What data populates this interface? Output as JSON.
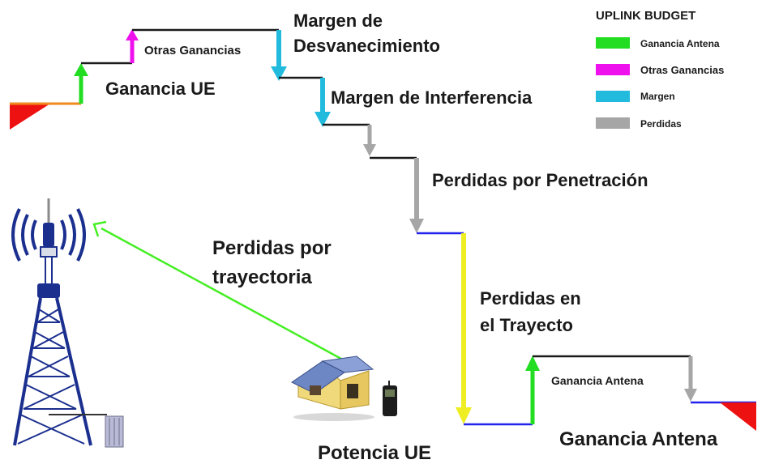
{
  "legend": {
    "title": "UPLINK BUDGET",
    "items": [
      {
        "label": "Ganancia Antena",
        "color": "#22dd22"
      },
      {
        "label": "Otras Ganancias",
        "color": "#ee11ee"
      },
      {
        "label": "Margen",
        "color": "#22bbdd"
      },
      {
        "label": "Perdidas",
        "color": "#a6a6a6"
      }
    ]
  },
  "labels": {
    "ganancia_ue": "Ganancia UE",
    "otras_ganancias": "Otras Ganancias",
    "margen_desv_1": "Margen de",
    "margen_desv_2": "Desvanecimiento",
    "margen_interf": "Margen de Interferencia",
    "perd_penetracion": "Perdidas por Penetración",
    "perd_trayectoria_1": "Perdidas por",
    "perd_trayectoria_2": "trayectoria",
    "perd_trayecto_1": "Perdidas en",
    "perd_trayecto_2": "el Trayecto",
    "ganancia_antena_small": "Ganancia Antena",
    "ganancia_antena_big": "Ganancia Antena",
    "potencia_ue": "Potencia UE"
  },
  "colors": {
    "gain_green": "#22dd22",
    "other_gain_magenta": "#ee11ee",
    "margin_cyan": "#22bbdd",
    "loss_gray": "#a6a6a6",
    "path_yellow": "#eeee22",
    "step_black": "#1a1a1a",
    "step_blue": "#2222ee",
    "start_orange": "#f08a1e",
    "antenna_red": "#ee1111",
    "tower_blue": "#1b2f8f",
    "trajectory_green": "#44ee22"
  },
  "icons": [
    "tower-icon",
    "house-icon",
    "mobile-phone-icon",
    "antenna-wedge-icon"
  ]
}
